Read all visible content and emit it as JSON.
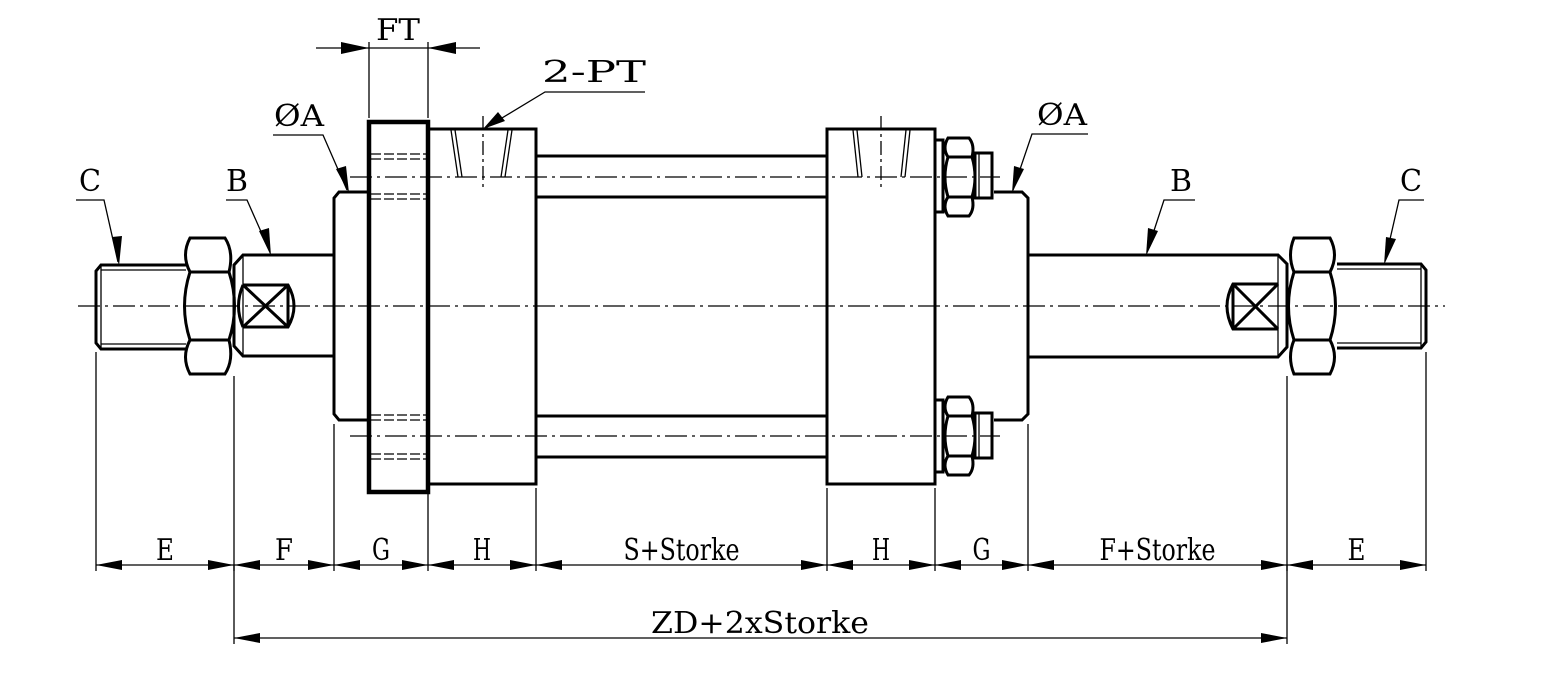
{
  "drawing": {
    "title": "Double-rod cylinder dimension drawing",
    "colors": {
      "line": "#000000",
      "background": "#ffffff"
    },
    "labels": {
      "ft": "FT",
      "pt": "2-PT",
      "phi_a_left": "ØA",
      "phi_a_right": "ØA",
      "b_left": "B",
      "b_right": "B",
      "c_left": "C",
      "c_right": "C"
    },
    "dimensions": {
      "row1": [
        "E",
        "F",
        "G",
        "H",
        "S+Storke",
        "H",
        "G",
        "F+Storke",
        "E"
      ],
      "overall": "ZD+2xStorke"
    }
  }
}
